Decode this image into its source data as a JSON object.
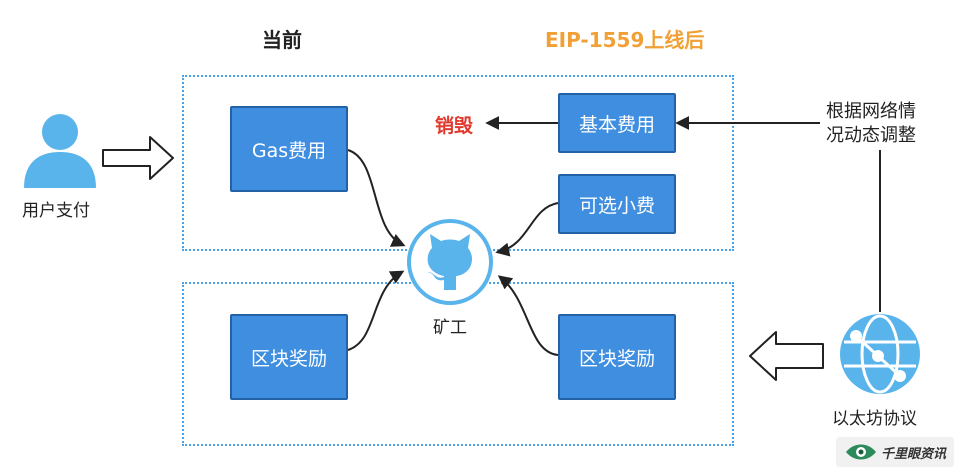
{
  "headings": {
    "current": "当前",
    "after": "EIP-1559上线后"
  },
  "user": {
    "label": "用户支付"
  },
  "boxes": {
    "gas_fee": "Gas费用",
    "block_reward_left": "区块奖励",
    "base_fee": "基本费用",
    "tip": "可选小费",
    "block_reward_right": "区块奖励"
  },
  "burn_label": "销毁",
  "miner": {
    "label": "矿工"
  },
  "network_note": {
    "line1": "根据网络情",
    "line2": "况动态调整"
  },
  "protocol": {
    "label": "以太坊协议"
  },
  "watermark": "千里眼资讯",
  "colors": {
    "box_fill": "#3f8ee0",
    "dotted_border": "#4aa3e8",
    "heading_accent": "#f0a035",
    "burn": "#e03a2f",
    "icon": "#5ab4ec"
  }
}
